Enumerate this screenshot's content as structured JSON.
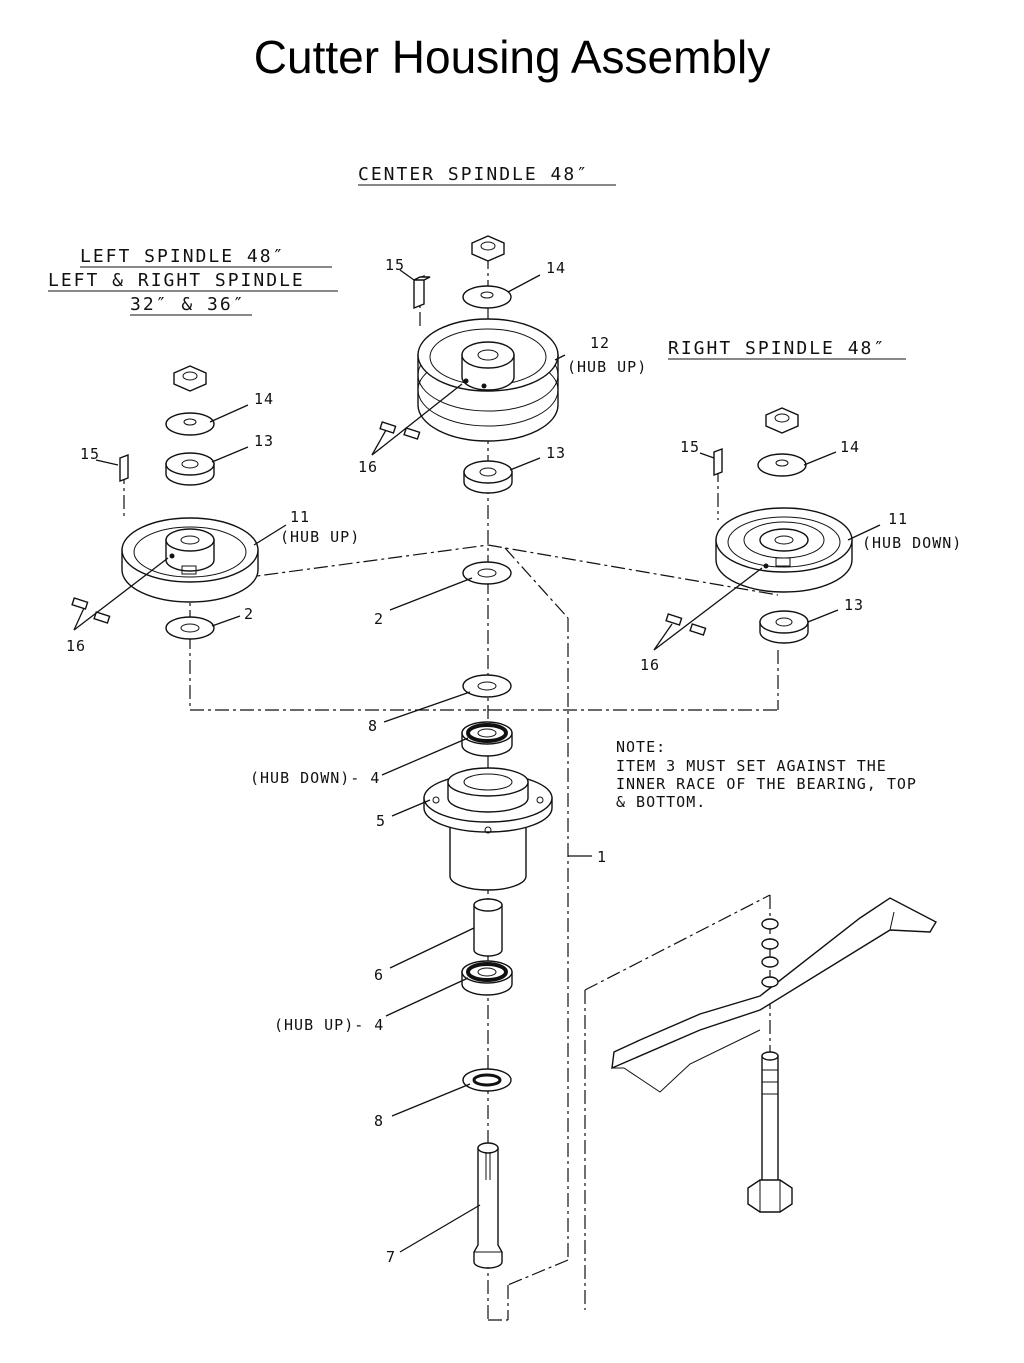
{
  "title": "Cutter Housing Assembly",
  "headers": {
    "center": "CENTER SPINDLE 48″",
    "left_line1": "LEFT SPINDLE 48″",
    "left_line2": "LEFT & RIGHT SPINDLE",
    "left_line3": "32″ & 36″",
    "right": "RIGHT SPINDLE 48″"
  },
  "note": {
    "line1": "NOTE:",
    "line2": "ITEM 3 MUST SET AGAINST THE",
    "line3": "INNER RACE OF THE BEARING, TOP",
    "line4": "& BOTTOM."
  },
  "callouts": {
    "c15": "15",
    "c14": "14",
    "c12": "12",
    "hub_up": "(HUB UP)",
    "c13": "13",
    "c16": "16",
    "l14": "14",
    "l13": "13",
    "l15": "15",
    "l11": "11",
    "l_hub_up": "(HUB UP)",
    "l2": "2",
    "l16": "16",
    "r15": "15",
    "r14": "14",
    "r11": "11",
    "r_hub_down": "(HUB DOWN)",
    "r13": "13",
    "r16": "16",
    "m2": "2",
    "m8a": "8",
    "m4a": "(HUB DOWN)- 4",
    "m5": "5",
    "m1": "1",
    "m6": "6",
    "m4b": "(HUB UP)- 4",
    "m8b": "8",
    "m7": "7"
  }
}
